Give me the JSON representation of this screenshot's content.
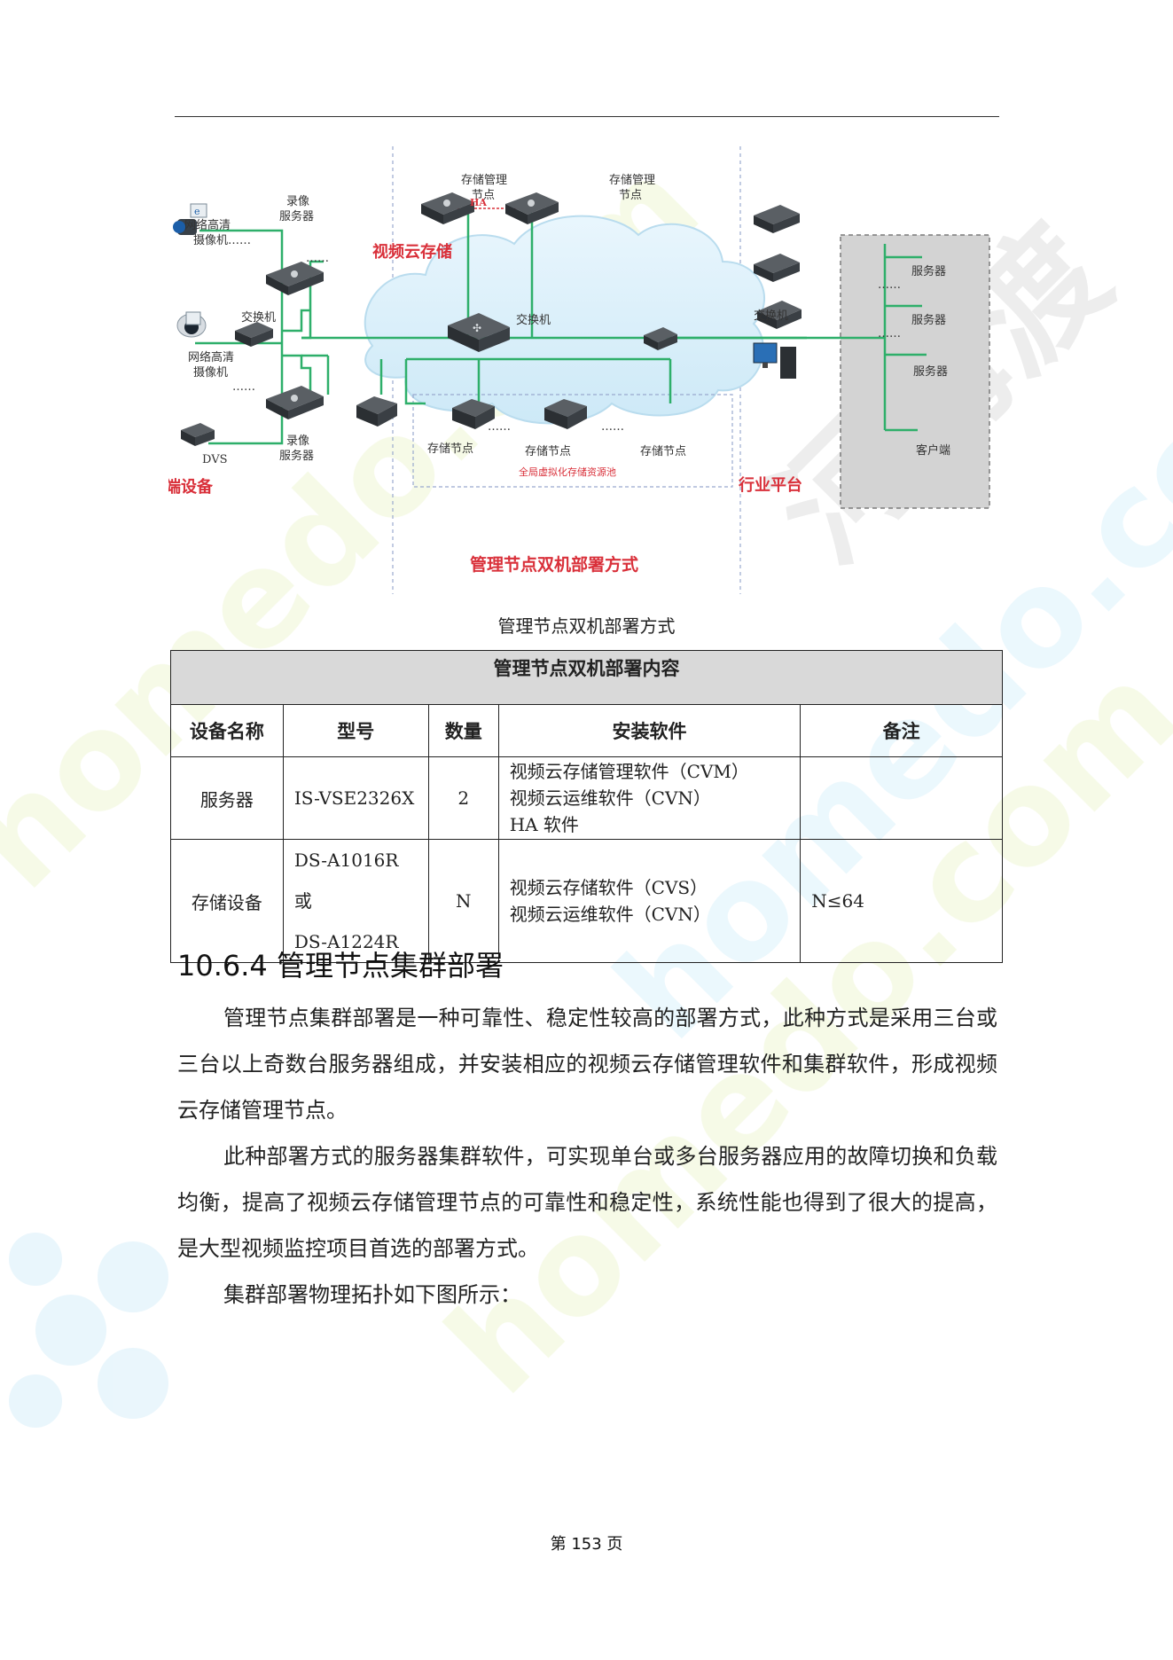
{
  "diagram": {
    "front": {
      "camera1_label": [
        "网络高清",
        "摄像机……"
      ],
      "camera2_label": [
        "网络高清",
        "摄像机"
      ],
      "camera2_dots": "……",
      "dvs_label": "DVS",
      "switch_label": "交换机",
      "rec_server_top": [
        "录像",
        "服务器"
      ],
      "rec_server_bottom": [
        "录像",
        "服务器"
      ],
      "dots": "……",
      "section_title": "前端设备"
    },
    "cloud": {
      "title": "视频云存储",
      "mgmt_left": [
        "存储管理",
        "节点"
      ],
      "mgmt_right": [
        "存储管理",
        "节点"
      ],
      "ha": "HA",
      "switch_label": "交换机",
      "storage_nodes": [
        "存储节点",
        "存储节点",
        "存储节点"
      ],
      "dots": "……",
      "pool_label": "全局虚拟化存储资源池",
      "section_title": "管理节点双机部署方式"
    },
    "industry": {
      "switch_label": "交换机",
      "servers": [
        "服务器",
        "服务器",
        "服务器"
      ],
      "dots": "……",
      "client": "客户端",
      "section_title": "行业平台"
    },
    "colors": {
      "line": "#2eaf6a",
      "red": "#d9303a",
      "dash": "#9aa9cf"
    }
  },
  "caption": "管理节点双机部署方式",
  "table": {
    "title": "管理节点双机部署内容",
    "headers": [
      "设备名称",
      "型号",
      "数量",
      "安装软件",
      "备注"
    ],
    "rows": [
      {
        "name": "服务器",
        "model": [
          "IS-VSE2326X"
        ],
        "qty": "2",
        "software": [
          "视频云存储管理软件（CVM）",
          "视频云运维软件（CVN）",
          "HA 软件"
        ],
        "note": ""
      },
      {
        "name": "存储设备",
        "model": [
          "DS-A1016R 或",
          "DS-A1224R"
        ],
        "qty": "N",
        "software": [
          "视频云存储软件（CVS）",
          "视频云运维软件（CVN）"
        ],
        "note": "N≤64"
      }
    ]
  },
  "section": {
    "heading": "10.6.4  管理节点集群部署",
    "paragraphs": [
      "管理节点集群部署是一种可靠性、稳定性较高的部署方式，此种方式是采用三台或三台以上奇数台服务器组成，并安装相应的视频云存储管理软件和集群软件，形成视频云存储管理节点。",
      "此种部署方式的服务器集群软件，可实现单台或多台服务器应用的故障切换和负载均衡，提高了视频云存储管理节点的可靠性和稳定性，系统性能也得到了很大的提高，是大型视频监控项目首选的部署方式。",
      "集群部署物理拓扑如下图所示："
    ]
  },
  "footer": "第 153 页",
  "watermark": {
    "text_latin": "homedo.com",
    "text_cn": "河姆渡"
  }
}
